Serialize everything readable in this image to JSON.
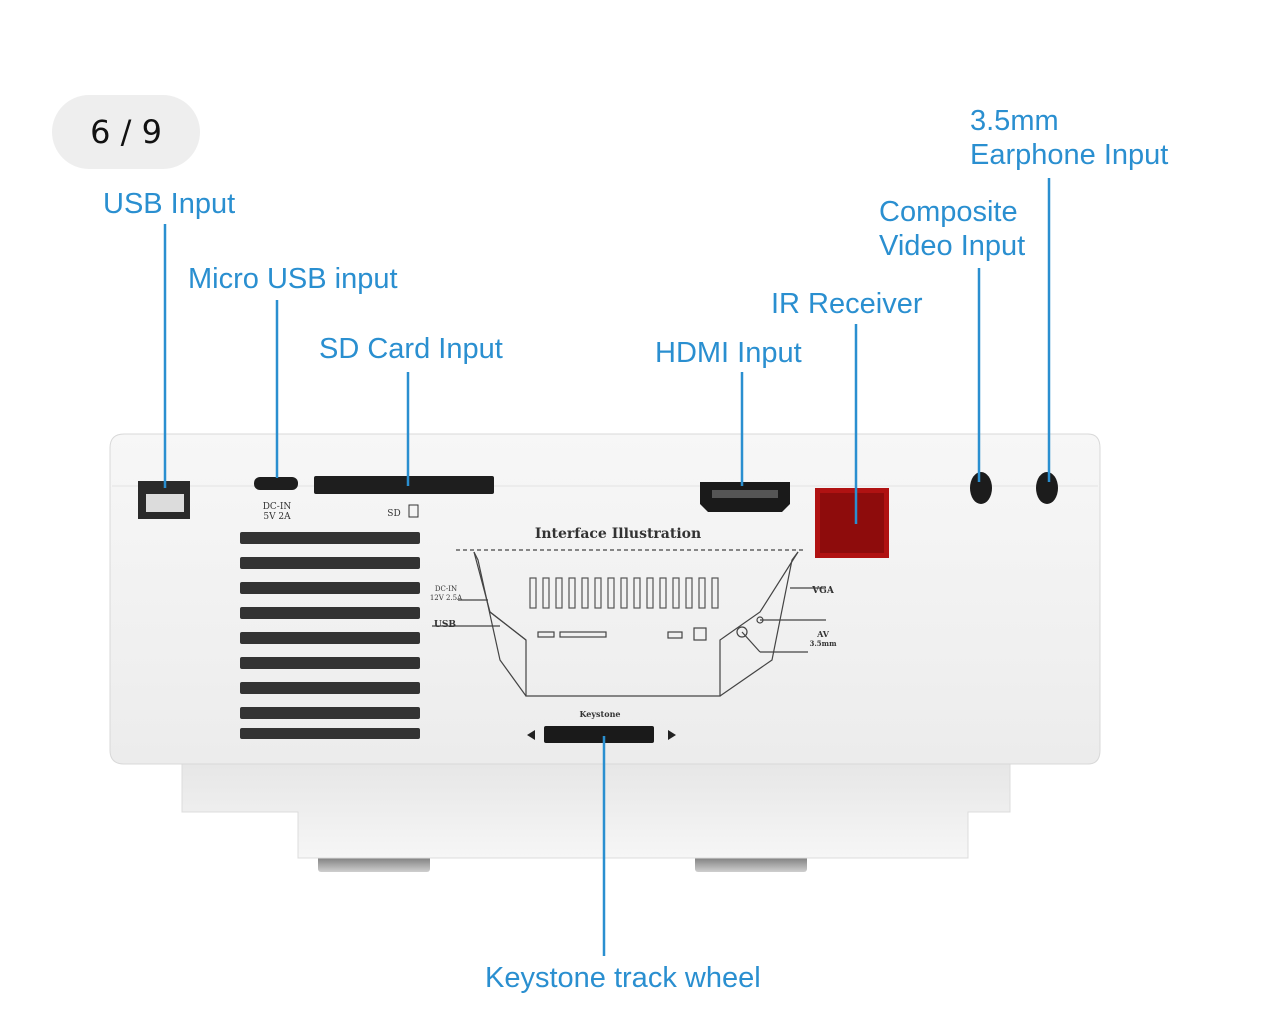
{
  "counter": {
    "current": "6",
    "total": "9",
    "text": "6 / 9"
  },
  "labels": {
    "usb_input": "USB Input",
    "micro_usb_input": "Micro USB input",
    "sd_card_input": "SD Card Input",
    "hdmi_input": "HDMI Input",
    "ir_receiver": "IR Receiver",
    "composite_line1": "Composite",
    "composite_line2": "Video Input",
    "earphone_line1": "3.5mm",
    "earphone_line2": "Earphone Input",
    "keystone_track_wheel": "Keystone track wheel"
  },
  "device_print": {
    "dc_in_line1": "DC-IN",
    "dc_in_line2": "5V 2A",
    "sd": "SD",
    "interface_title": "Interface Illustration",
    "diagram_dc_line1": "DC-IN",
    "diagram_dc_line2": "12V 2.5A",
    "diagram_usb": "USB",
    "diagram_vga": "VGA",
    "diagram_av_line1": "AV",
    "diagram_av_line2": "3.5mm",
    "keystone": "Keystone"
  },
  "colors": {
    "accent": "#2a8fd0",
    "device_body": "#f4f4f4",
    "ir_window": "#b01212"
  }
}
